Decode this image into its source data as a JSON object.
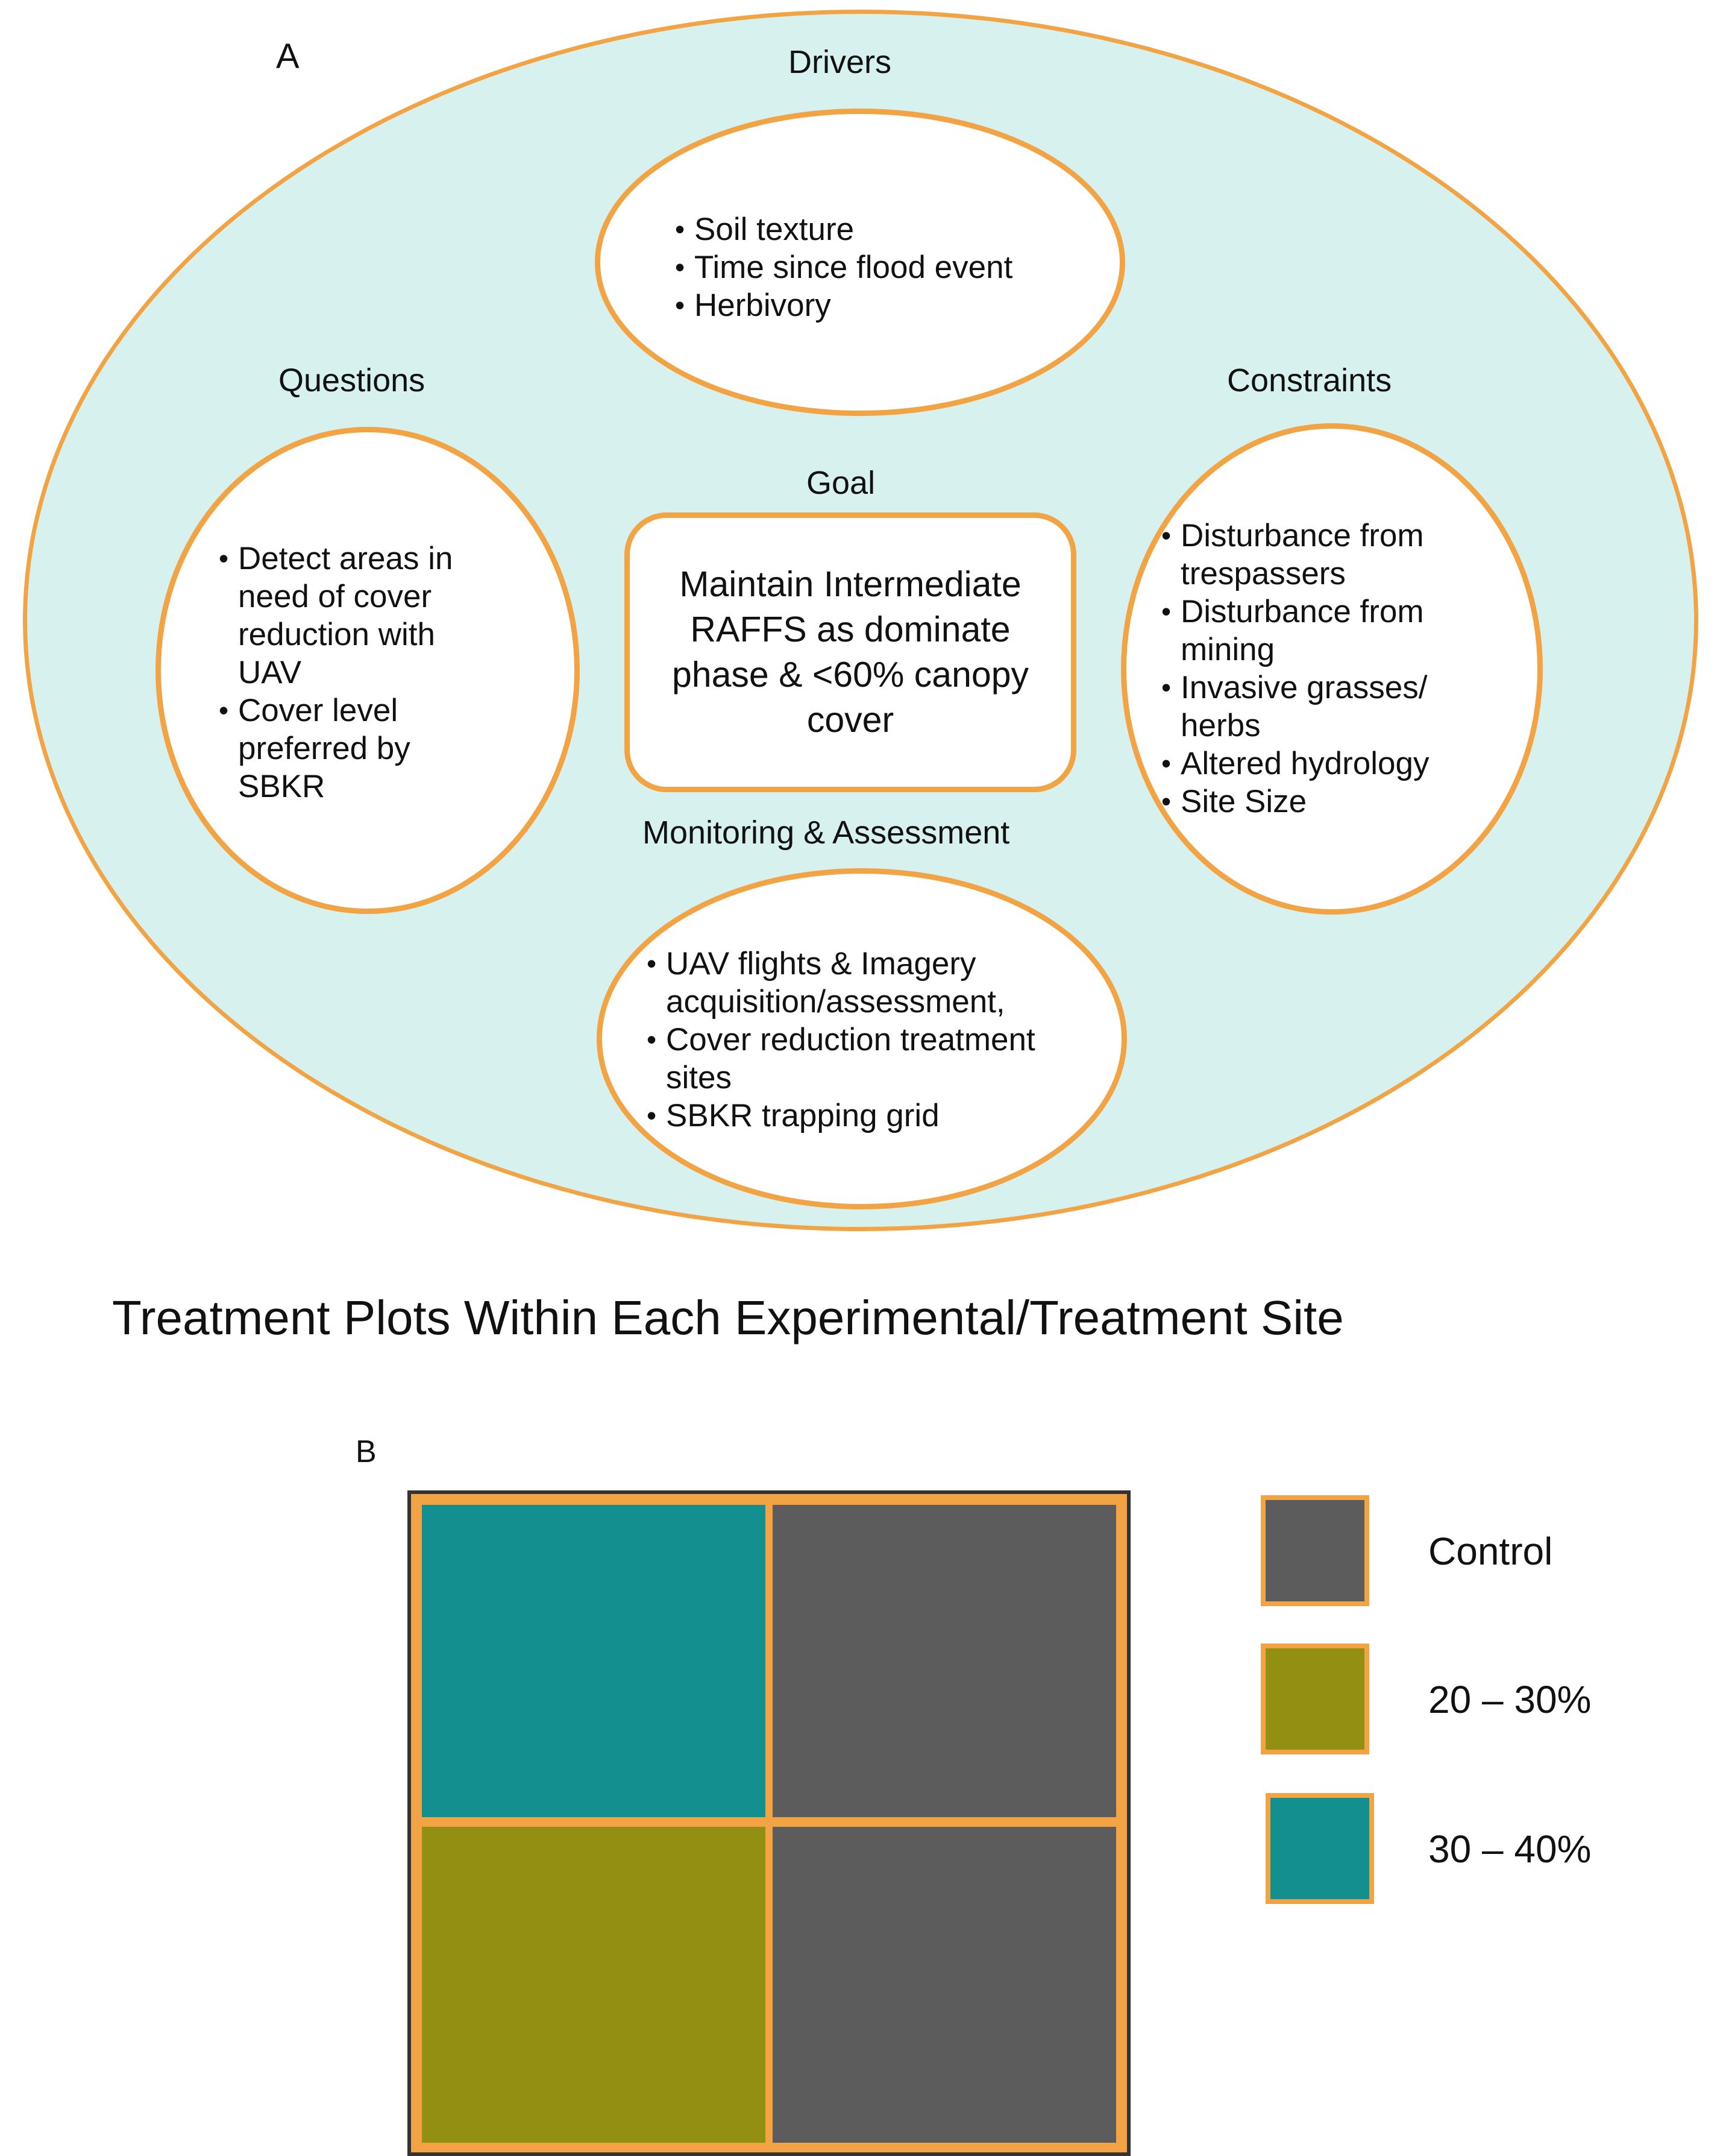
{
  "panel_a": {
    "letter": "A",
    "drivers": {
      "label": "Drivers",
      "items": [
        "Soil texture",
        "Time since flood event",
        "Herbivory"
      ]
    },
    "questions": {
      "label": "Questions",
      "items": [
        "Detect areas in need of cover reduction with UAV",
        "Cover level preferred by SBKR"
      ]
    },
    "constraints": {
      "label": "Constraints",
      "items": [
        "Disturbance from trespassers",
        "Disturbance from mining",
        "Invasive grasses/ herbs",
        "Altered hydrology",
        "Site Size"
      ]
    },
    "goal": {
      "label": "Goal",
      "text": "Maintain Intermediate RAFFS as dominate phase & <60% canopy cover"
    },
    "monitoring": {
      "label": "Monitoring & Assessment",
      "items": [
        "UAV flights & Imagery acquisition/assessment,",
        "Cover reduction treatment sites",
        "SBKR trapping grid"
      ]
    }
  },
  "panel_b": {
    "title": "Treatment Plots Within Each Experimental/Treatment Site",
    "letter": "B",
    "plots": [
      {
        "position": "top-left",
        "treatment": "30 – 40%"
      },
      {
        "position": "top-right",
        "treatment": "Control"
      },
      {
        "position": "bottom-left",
        "treatment": "20 – 30%"
      },
      {
        "position": "bottom-right",
        "treatment": "Control"
      }
    ],
    "legend": [
      {
        "label": "Control",
        "color": "#5c5c5c"
      },
      {
        "label": "20 – 30%",
        "color": "#938f12"
      },
      {
        "label": "30 – 40%",
        "color": "#148f8f"
      }
    ]
  },
  "colors": {
    "background_ellipse": "#d6f1ee",
    "outline": "#f2a344"
  }
}
